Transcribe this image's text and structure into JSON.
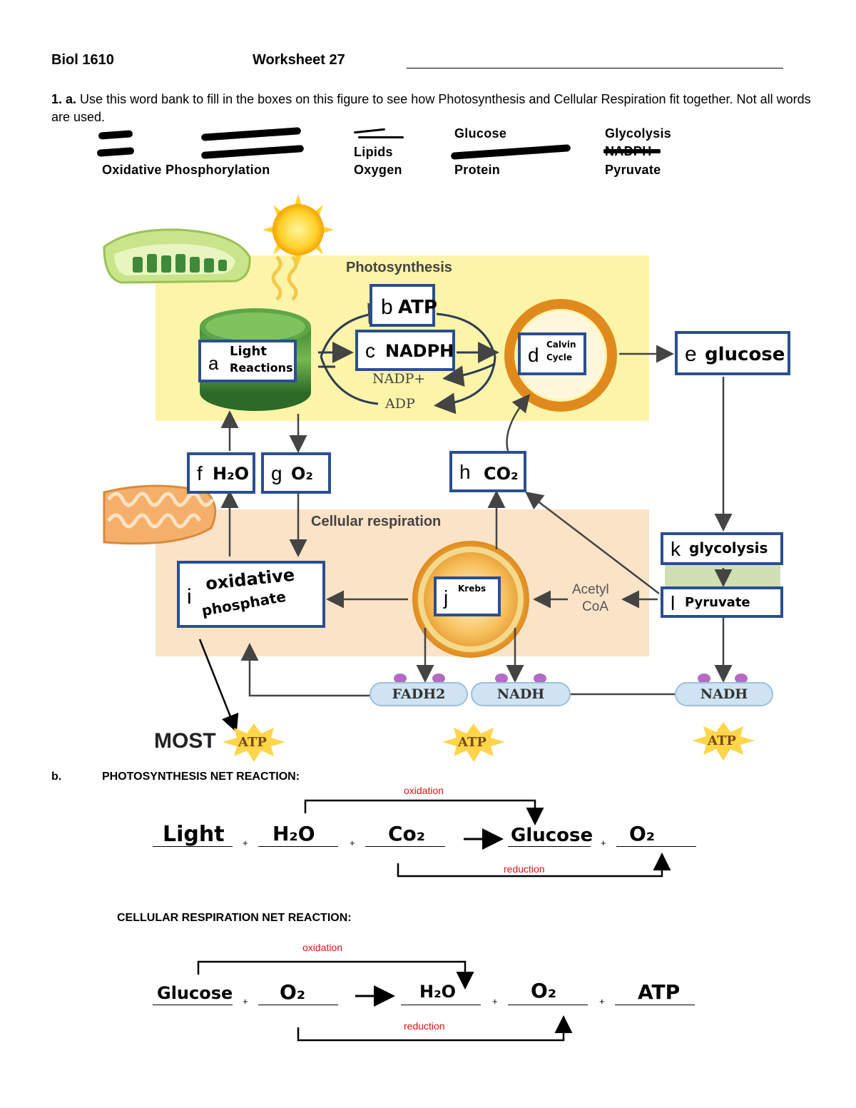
{
  "header": {
    "course": "Biol 1610",
    "worksheet": "Worksheet 27"
  },
  "question1": {
    "number": "1.",
    "part": "a.",
    "text": " Use this word bank to fill in the boxes on this figure to see how Photosynthesis and Cellular Respiration fit together. Not all words are used."
  },
  "word_bank": {
    "col1": [
      "Oxidative Phosphorylation"
    ],
    "col3": [
      "Lipids",
      "Oxygen"
    ],
    "col4": [
      "Glucose",
      "Protein"
    ],
    "col5": [
      "Glycolysis",
      "NADPH",
      "Pyruvate"
    ]
  },
  "diagram": {
    "photosynthesis_label": "Photosynthesis",
    "cellular_respiration_label": "Cellular respiration",
    "nadp": "NADP+",
    "adp": "ADP",
    "acetyl": "Acetyl",
    "coa": "CoA",
    "fadh2": "FADH2",
    "nadh_left": "NADH",
    "nadh_right": "NADH",
    "most": "MOST",
    "atp1": "ATP",
    "atp2": "ATP",
    "atp3": "ATP",
    "boxes": {
      "a": {
        "letter": "a",
        "answer_line1": "Light",
        "answer_line2": "Reactions"
      },
      "b": {
        "letter": "b",
        "answer": "ATP"
      },
      "c": {
        "letter": "c",
        "answer": "NADPH"
      },
      "d": {
        "letter": "d",
        "answer_line1": "Calvin",
        "answer_line2": "Cycle"
      },
      "e": {
        "letter": "e",
        "answer": "glucose"
      },
      "f": {
        "letter": "f",
        "answer": "H₂O"
      },
      "g": {
        "letter": "g",
        "answer": "O₂"
      },
      "h": {
        "letter": "h",
        "answer": "CO₂"
      },
      "i": {
        "letter": "i",
        "answer_line1": "oxidative",
        "answer_line2": "phosphate"
      },
      "j": {
        "letter": "j",
        "answer": "Krebs"
      },
      "k": {
        "letter": "k",
        "answer": "glycolysis"
      },
      "l": {
        "letter": "l",
        "answer": "Pyruvate"
      }
    }
  },
  "part_b": {
    "letter": "b.",
    "photo_title": "PHOTOSYNTHESIS NET REACTION:",
    "photo_oxidation": "oxidation",
    "photo_reduction": "reduction",
    "photo_terms": [
      "Light",
      "H₂O",
      "Co₂",
      "Glucose",
      "O₂"
    ],
    "resp_title": "CELLULAR RESPIRATION NET REACTION:",
    "resp_oxidation": "oxidation",
    "resp_reduction": "reduction",
    "resp_terms": [
      "Glucose",
      "O₂",
      "H₂O",
      "O₂",
      "ATP"
    ],
    "plus": "+"
  },
  "colors": {
    "box_border": "#2a4f8f",
    "photosynthesis_band": "#fcf4a8",
    "respiration_band": "#fbe3c8",
    "annotation_red": "#d11111"
  }
}
